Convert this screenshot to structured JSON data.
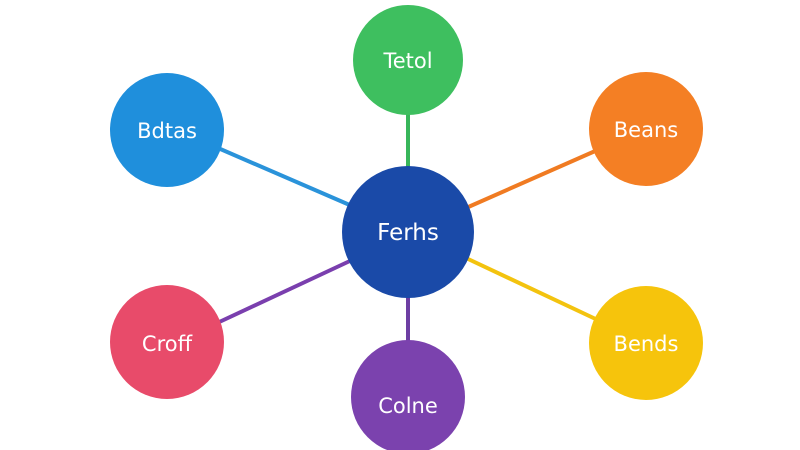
{
  "diagram": {
    "center": {
      "label": "Ferhs",
      "color": "#1a4aa8"
    },
    "nodes": [
      {
        "id": "top",
        "label": "Tetol",
        "color": "#3ebf5f",
        "line_color": "#38b65a"
      },
      {
        "id": "upper-right",
        "label": "Beans",
        "color": "#f47f24",
        "line_color": "#f07b22"
      },
      {
        "id": "lower-right",
        "label": "Bends",
        "color": "#f6c40c",
        "line_color": "#f3c30f"
      },
      {
        "id": "bottom",
        "label": "Colne",
        "color": "#7b42ae",
        "line_color": "#6d3ea3"
      },
      {
        "id": "lower-left",
        "label": "Croff",
        "color": "#e84b6a",
        "line_color": "#7a3fae"
      },
      {
        "id": "upper-left",
        "label": "Bdtas",
        "color": "#1f8fdc",
        "line_color": "#2a93da"
      }
    ]
  }
}
